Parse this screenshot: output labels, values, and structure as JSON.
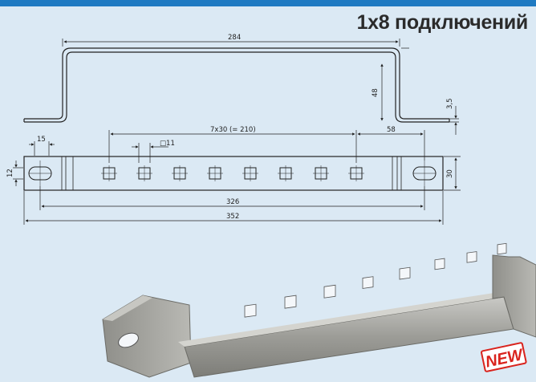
{
  "heading": "1x8 подключений",
  "side_view": {
    "length": "284",
    "height": "48",
    "thickness": "3,5"
  },
  "top_view": {
    "hole_offset": "15",
    "end_height": "12",
    "pitch": "7x30 (= 210)",
    "square_hole": "□11",
    "end_margin": "58",
    "width": "30",
    "hole_spacing": "326",
    "total_length": "352"
  },
  "badge": {
    "text": "NEW",
    "color": "#d9231d"
  },
  "colors": {
    "background": "#dbe9f4",
    "accent_bar": "#1f7ac2"
  }
}
